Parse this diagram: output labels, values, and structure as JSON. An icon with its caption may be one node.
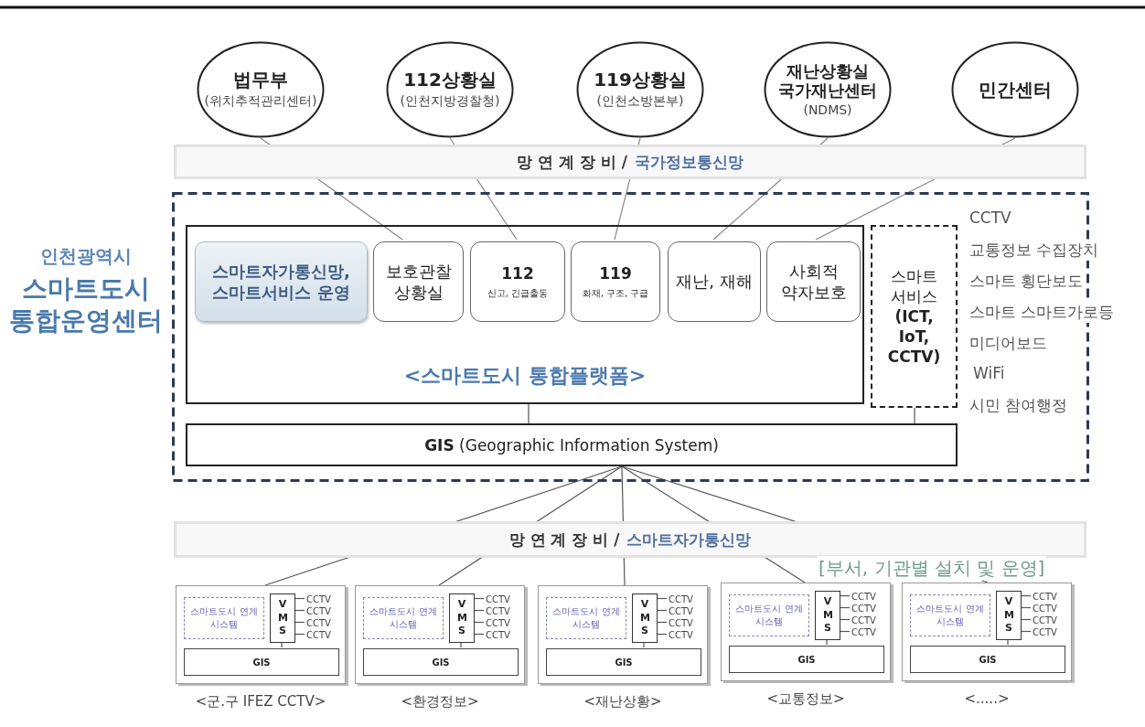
{
  "diagram": {
    "nodes": [
      {
        "text": [
          "법무부",
          "(위치추적관리센터)"
        ]
      },
      {
        "text": [
          "112상황실",
          "(인천지방경찰청)"
        ]
      },
      {
        "text": [
          "119상황실",
          "(인천소방본부)"
        ]
      },
      {
        "text": [
          "재난상황실 국가재난센터",
          "(NDMS)"
        ]
      },
      {
        "text": [
          "민간센터"
        ]
      },
      {
        "text": [
          "인천광역시",
          "스마트도시 통합운영센터"
        ]
      },
      {
        "text": [
          "<스마트도시 통합플랫폼>"
        ],
        "in": 5
      },
      {
        "text": [
          "스마트자가통신망, 스마트서비스 운영"
        ],
        "in": 6
      },
      {
        "text": [
          "보호관찰 상황실"
        ],
        "in": 6
      },
      {
        "text": [
          "112",
          "신고, 긴급출동"
        ],
        "in": 6
      },
      {
        "text": [
          "119",
          "화재, 구조, 구급"
        ],
        "in": 6
      },
      {
        "text": [
          "재난, 재해"
        ],
        "in": 6
      },
      {
        "text": [
          "사회적 약자보호"
        ],
        "in": 6
      },
      {
        "text": [
          "스마트 서비스 **(ICT, IoT, CCTV)**"
        ],
        "in": 5
      },
      {
        "text": [
          "**GIS** (Geographic Information System)"
        ],
        "in": 5
      },
      {
        "text": [],
        "shape": "box",
        "beside": [
          "<군.구 IFEZ CCTV>"
        ]
      },
      {
        "text": [
          "스마트도시 연계 시스템"
        ],
        "in": 15
      },
      {
        "text": [
          "V M S"
        ],
        "in": 15
      },
      {
        "text": [
          "CCTV"
        ],
        "in": 15
      },
      {
        "text": [
          "CCTV"
        ],
        "in": 15
      },
      {
        "text": [
          "CCTV"
        ],
        "in": 15
      },
      {
        "text": [
          "CCTV"
        ],
        "in": 15
      },
      {
        "text": [
          "GIS"
        ],
        "in": 15
      },
      {
        "text": [],
        "shape": "box",
        "beside": [
          "<환경정보>"
        ]
      },
      {
        "text": [
          "스마트도시 연계 시스템"
        ],
        "in": 23
      },
      {
        "text": [
          "V M S"
        ],
        "in": 23
      },
      {
        "text": [
          "CCTV"
        ],
        "in": 23
      },
      {
        "text": [
          "CCTV"
        ],
        "in": 23
      },
      {
        "text": [
          "CCTV"
        ],
        "in": 23
      },
      {
        "text": [
          "CCTV"
        ],
        "in": 23
      },
      {
        "text": [
          "GIS"
        ],
        "in": 23
      },
      {
        "text": [],
        "shape": "box",
        "beside": [
          "<재난상황>"
        ]
      },
      {
        "text": [
          "스마트도시 연계 시스템"
        ],
        "in": 31
      },
      {
        "text": [
          "V M S"
        ],
        "in": 31
      },
      {
        "text": [
          "CCTV"
        ],
        "in": 31
      },
      {
        "text": [
          "CCTV"
        ],
        "in": 31
      },
      {
        "text": [
          "CCTV"
        ],
        "in": 31
      },
      {
        "text": [
          "CCTV"
        ],
        "in": 31
      },
      {
        "text": [
          "GIS"
        ],
        "in": 31
      },
      {
        "text": [],
        "shape": "box",
        "beside": [
          "<교통정보>"
        ]
      },
      {
        "text": [
          "스마트도시 연계 시스템"
        ],
        "in": 39
      },
      {
        "text": [
          "V M S"
        ],
        "in": 39
      },
      {
        "text": [
          "CCTV"
        ],
        "in": 39
      },
      {
        "text": [
          "CCTV"
        ],
        "in": 39
      },
      {
        "text": [
          "CCTV"
        ],
        "in": 39
      },
      {
        "text": [
          "CCTV"
        ],
        "in": 39
      },
      {
        "text": [
          "GIS"
        ],
        "in": 39
      },
      {
        "text": [],
        "shape": "box",
        "beside": [
          "<.....>"
        ]
      },
      {
        "text": [
          "스마트도시 연계 시스템"
        ],
        "in": 47
      },
      {
        "text": [
          "V M S"
        ],
        "in": 47
      },
      {
        "text": [
          "CCTV"
        ],
        "in": 47
      },
      {
        "text": [
          "CCTV"
        ],
        "in": 47
      },
      {
        "text": [
          "CCTV"
        ],
        "in": 47
      },
      {
        "text": [
          "CCTV"
        ],
        "in": 47
      },
      {
        "text": [
          "GIS"
        ],
        "in": 47
      }
    ],
    "edges": [
      {
        "from": 0,
        "to": 8,
        "arrow": "none"
      },
      {
        "from": 1,
        "to": 9,
        "arrow": "none"
      },
      {
        "from": 2,
        "to": 10,
        "arrow": "none"
      },
      {
        "from": 3,
        "to": 11,
        "arrow": "none"
      },
      {
        "from": 4,
        "to": 12,
        "arrow": "none"
      },
      {
        "from": 6,
        "to": 14,
        "arrow": "none"
      },
      {
        "from": 13,
        "to": 14,
        "arrow": "none"
      },
      {
        "from": 14,
        "to": 15,
        "arrow": "none"
      },
      {
        "from": 14,
        "to": 23,
        "arrow": "none"
      },
      {
        "from": 14,
        "to": 31,
        "arrow": "none"
      },
      {
        "from": 14,
        "to": 39,
        "arrow": "none"
      },
      {
        "from": 14,
        "to": 47,
        "arrow": "none"
      },
      {
        "from": 17,
        "to": 22,
        "arrow": "none"
      },
      {
        "from": 17,
        "to": 18,
        "arrow": "none"
      },
      {
        "from": 17,
        "to": 19,
        "arrow": "none"
      },
      {
        "from": 17,
        "to": 20,
        "arrow": "none"
      },
      {
        "from": 17,
        "to": 21,
        "arrow": "none"
      },
      {
        "from": 25,
        "to": 30,
        "arrow": "none"
      },
      {
        "from": 25,
        "to": 26,
        "arrow": "none"
      },
      {
        "from": 25,
        "to": 27,
        "arrow": "none"
      },
      {
        "from": 25,
        "to": 28,
        "arrow": "none"
      },
      {
        "from": 25,
        "to": 29,
        "arrow": "none"
      },
      {
        "from": 33,
        "to": 38,
        "arrow": "none"
      },
      {
        "from": 33,
        "to": 34,
        "arrow": "none"
      },
      {
        "from": 33,
        "to": 35,
        "arrow": "none"
      },
      {
        "from": 33,
        "to": 36,
        "arrow": "none"
      },
      {
        "from": 33,
        "to": 37,
        "arrow": "none"
      },
      {
        "from": 41,
        "to": 46,
        "arrow": "none"
      },
      {
        "from": 41,
        "to": 42,
        "arrow": "none"
      },
      {
        "from": 41,
        "to": 43,
        "arrow": "none"
      },
      {
        "from": 41,
        "to": 44,
        "arrow": "none"
      },
      {
        "from": 41,
        "to": 45,
        "arrow": "none"
      },
      {
        "from": 49,
        "to": 54,
        "arrow": "none"
      },
      {
        "from": 49,
        "to": 50,
        "arrow": "none"
      },
      {
        "from": 49,
        "to": 51,
        "arrow": "none"
      },
      {
        "from": 49,
        "to": 52,
        "arrow": "none"
      },
      {
        "from": 49,
        "to": 53,
        "arrow": "none"
      }
    ],
    "labels": [
      "망 연 계 장 비 /",
      "국가정보통신망",
      "CCTV",
      "교통정보 수집장치",
      "스마트 횡단보도",
      "스마트 스마트가로등",
      "미디어보드",
      "WiFi",
      "시민 참여행정",
      "망 연 계 장 비 /",
      "스마트자가통신망",
      "[부서, 기관별 설치 및 운영]"
    ]
  }
}
